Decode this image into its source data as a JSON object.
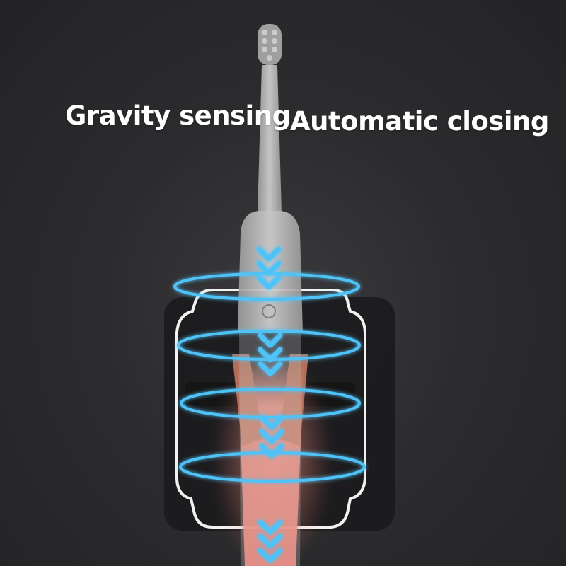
{
  "captions": {
    "left": "Gravity sensing",
    "right": "Automatic closing"
  },
  "colors": {
    "background": "#2b2b2d",
    "ring_glow": "#4fc3f7",
    "arrow": "#4fc3f7",
    "light_beam": "#ff8a80",
    "holder_outline": "#f2f2f2",
    "toothbrush": "#c8c8c8"
  },
  "icons": [
    "down-chevron-arrow",
    "sensing-ring"
  ]
}
